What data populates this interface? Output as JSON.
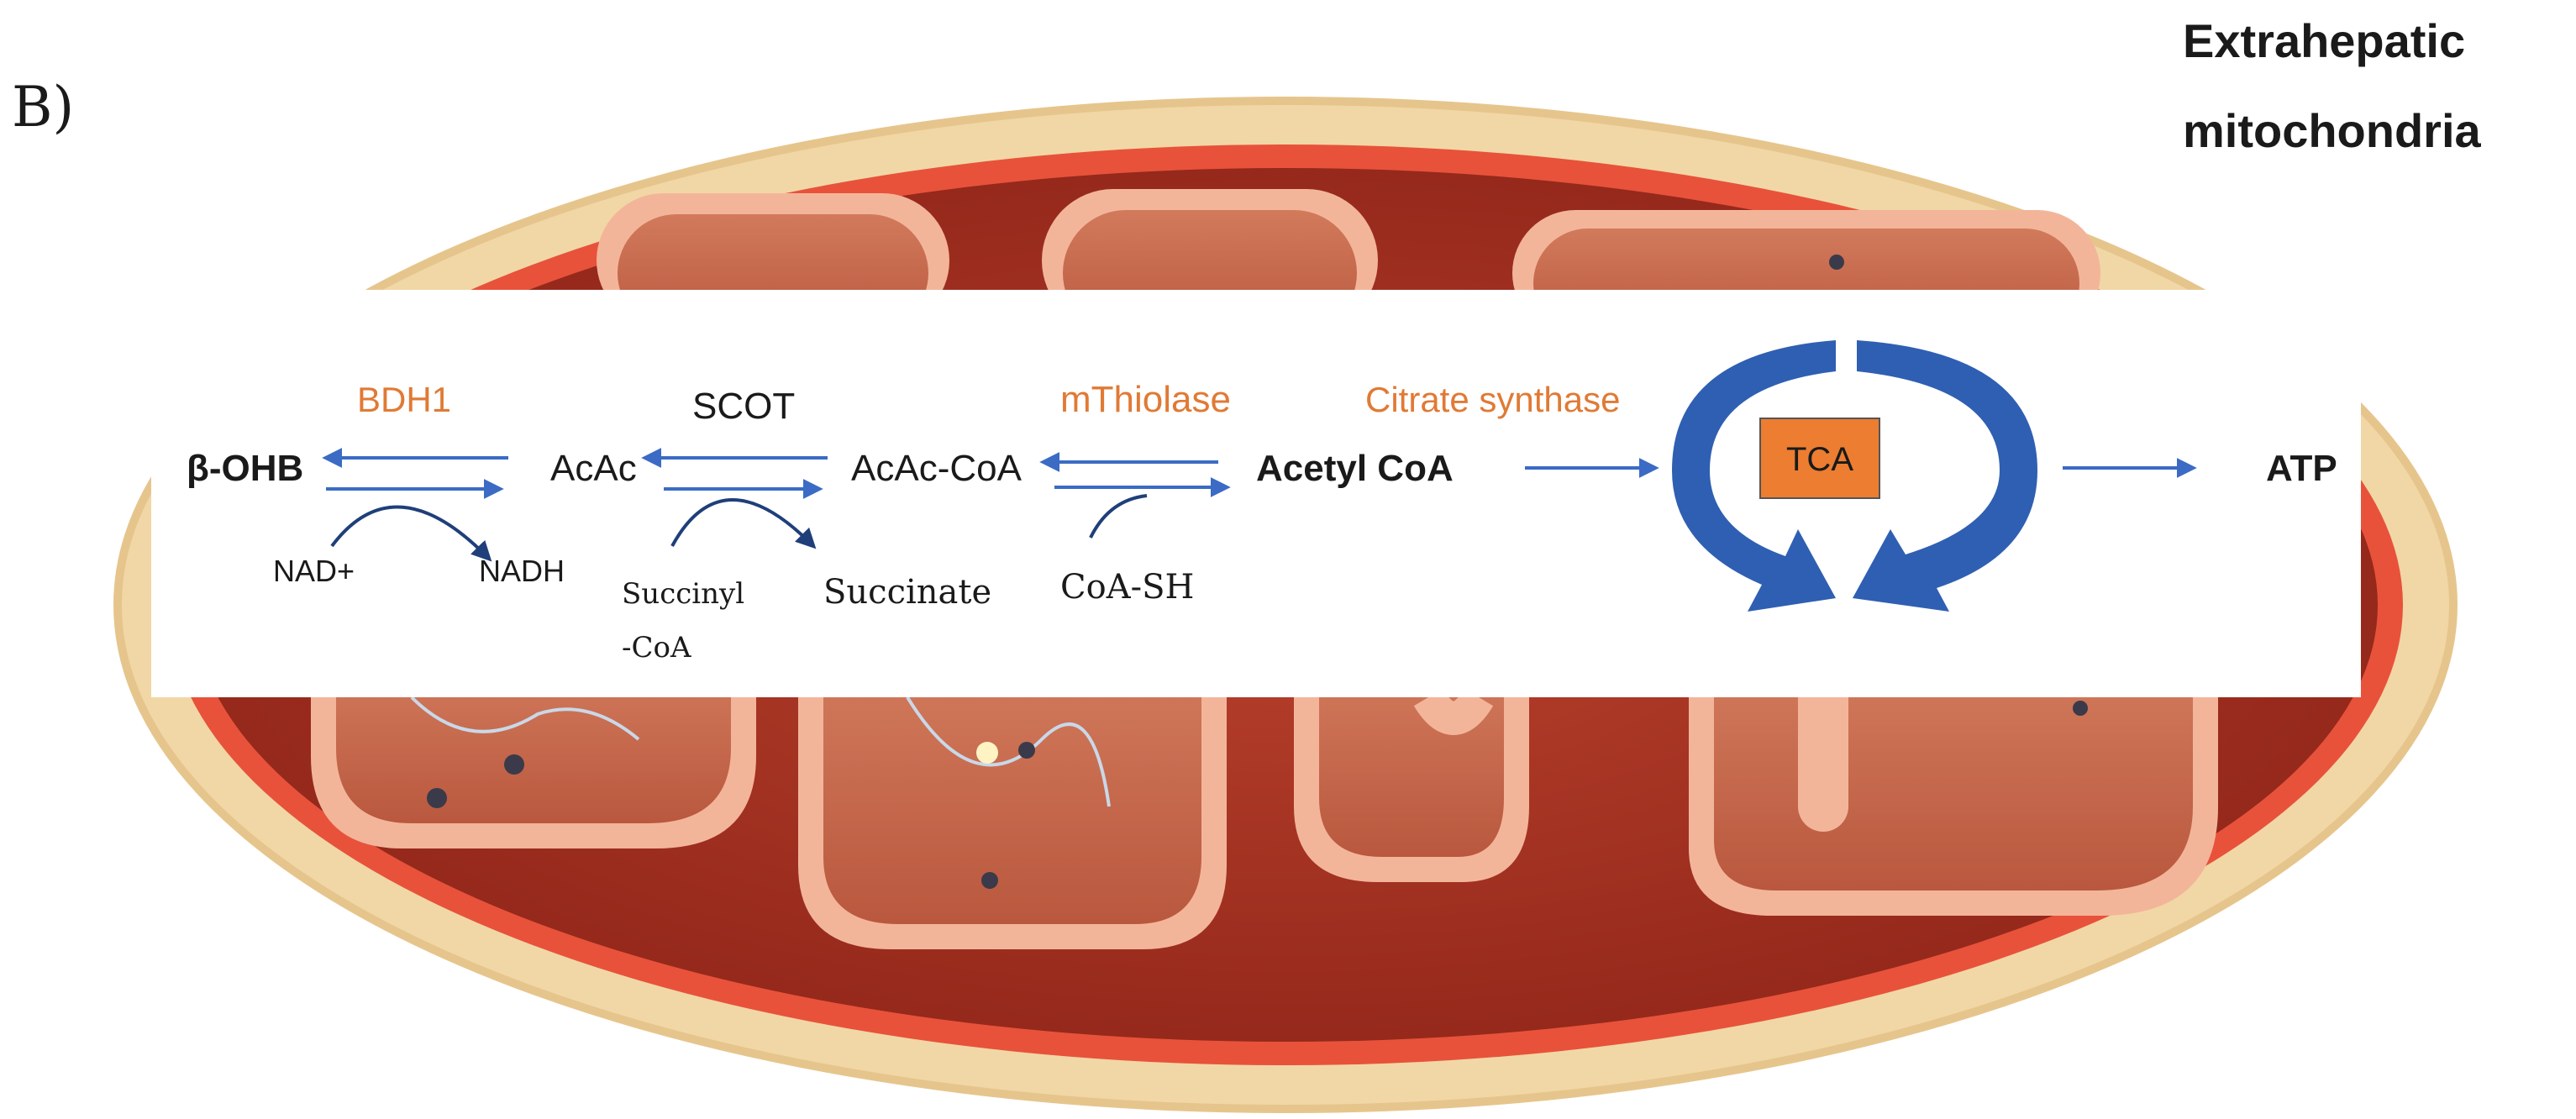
{
  "panel_label": "B)",
  "title_lines": [
    "Extrahepatic",
    "mitochondria"
  ],
  "colors": {
    "outer_membrane": "#f1d7a6",
    "outer_membrane_edge": "#e6c58c",
    "red_band": "#e8523a",
    "matrix_dark": "#9c2a1c",
    "crista_outer": "#f3b59a",
    "crista_inner": "#c2654a",
    "enzyme_text": "#e07a35",
    "arrow_blue": "#3b6bc4",
    "tca_blue": "#2f5fb2",
    "tca_box": "#ed7d31",
    "text_dark": "#1a1a1a"
  },
  "pathway": {
    "metabolites": {
      "bohb": "β-OHB",
      "acac": "AcAc",
      "acac_coa": "AcAc-CoA",
      "acetyl_coa": "Acetyl CoA",
      "atp": "ATP"
    },
    "enzymes": {
      "bdh1": "BDH1",
      "scot": "SCOT",
      "mthiolase": "mThiolase",
      "citrate_synthase": "Citrate synthase"
    },
    "cofactors": {
      "nad": "NAD+",
      "nadh": "NADH",
      "succinyl_line1": "Succinyl",
      "succinyl_line2": "-CoA",
      "succinate": "Succinate",
      "coash": "CoA-SH"
    },
    "cycle_label": "TCA"
  }
}
